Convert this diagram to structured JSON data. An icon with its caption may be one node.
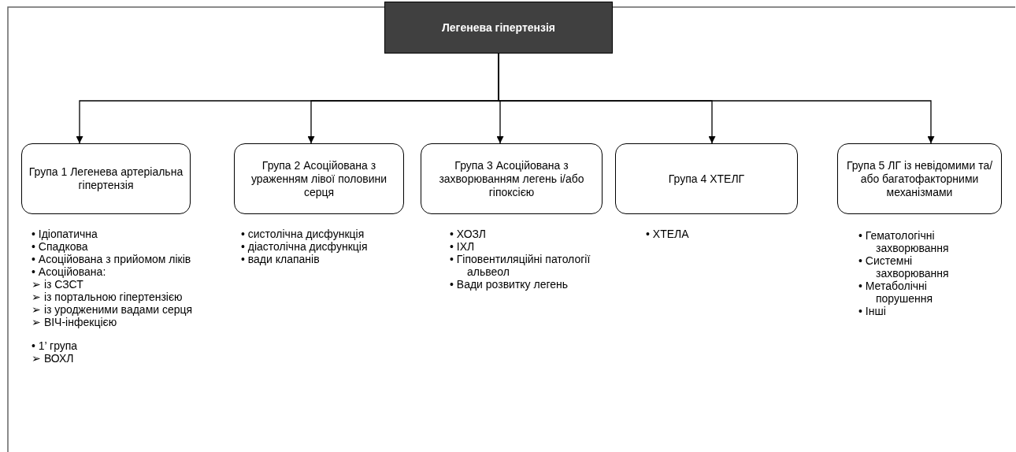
{
  "diagram": {
    "nodes": [
      {
        "text": [
          "Легенева гіпертензія"
        ]
      },
      {
        "text": [
          "Група 1 Легенева артеріальна гіпертензія"
        ],
        "beside": [
          "• Ідіопатична",
          "• Спадкова",
          "• Асоційована з прийомом ліків",
          "• Асоційована:",
          "➢ із СЗСТ",
          "➢ із портальною гіпертензією",
          "➢ із уродженими вадами серця",
          "➢ ВІЧ-інфекцією",
          "• 1’ група",
          "➢ ВОХЛ"
        ]
      },
      {
        "text": [
          "Група 2 Асоційована з ураженням лівої половини серця"
        ],
        "beside": [
          "• систолічна дисфункція",
          "• діастолічна дисфункція",
          "• вади клапанів"
        ]
      },
      {
        "text": [
          "Група 3 Асоційована з захворюванням легень і/або гіпоксією"
        ],
        "beside": [
          "• ХОЗЛ",
          "• ІХЛ",
          "• Гіповентиляційні патології альвеол",
          "• Вади розвитку легень"
        ]
      },
      {
        "text": [
          "Група 4 ХТЕЛГ"
        ],
        "beside": [
          "• ХТЕЛА"
        ]
      },
      {
        "text": [
          "Група 5 ЛГ із невідомими та/або багатофакторними механізмами"
        ],
        "beside": [
          "• Гематологічні захворювання",
          "• Системні захворювання",
          "• Метаболічні порушення",
          "• Інші"
        ]
      }
    ],
    "edges": [
      {
        "from": 0,
        "to": 1,
        "arrow": "to"
      },
      {
        "from": 0,
        "to": 2,
        "arrow": "to"
      },
      {
        "from": 0,
        "to": 3,
        "arrow": "to"
      },
      {
        "from": 0,
        "to": 4,
        "arrow": "to"
      },
      {
        "from": 0,
        "to": 5,
        "arrow": "to"
      }
    ]
  }
}
